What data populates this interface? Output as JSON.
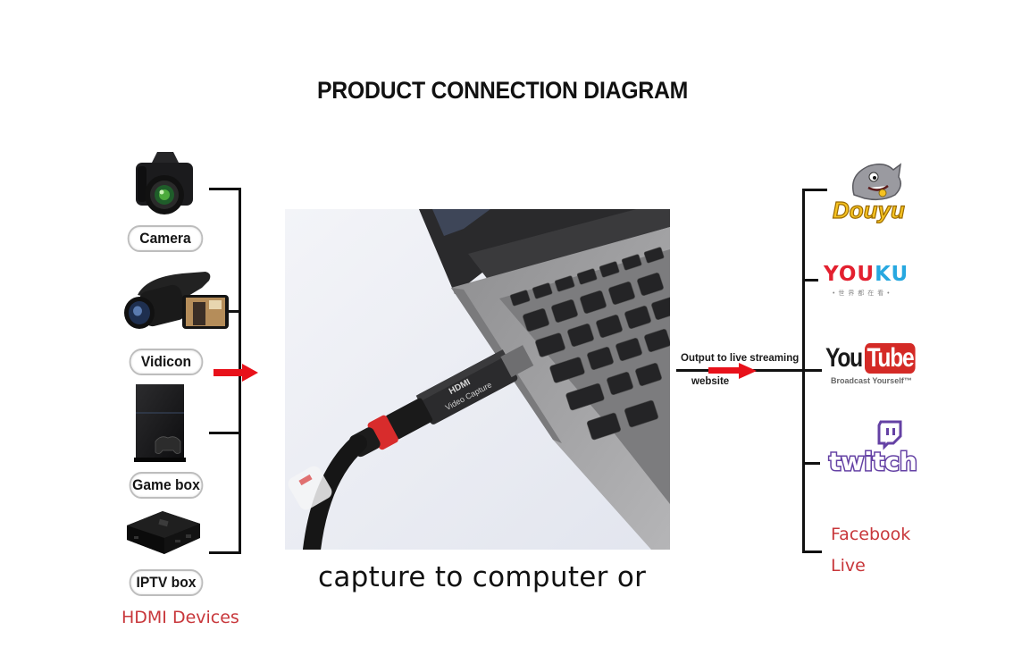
{
  "title": "PRODUCT CONNECTION DIAGRAM",
  "input_devices": {
    "caption": "HDMI Devices",
    "items": [
      {
        "label": "Camera",
        "icon": "camera-icon"
      },
      {
        "label": "Vidicon",
        "icon": "camcorder-icon"
      },
      {
        "label": "Game box",
        "icon": "game-console-icon"
      },
      {
        "label": "IPTV box",
        "icon": "iptv-box-icon"
      }
    ]
  },
  "center": {
    "photo": "laptop-with-hdmi-video-capture-dongle",
    "device_brand": "HDMI",
    "device_label": "Video Capture",
    "caption": "capture to computer or"
  },
  "output": {
    "line1": "Output to live streaming",
    "line2": "website"
  },
  "platforms": {
    "douyu": "Douyu",
    "youku": "YOUKU",
    "youku_sub": "• 世 界 都 在 看 •",
    "youtube_you": "You",
    "youtube_tube": "Tube",
    "youtube_sub": "Broadcast Yourself™",
    "twitch": "twitch",
    "facebook_line1": "Facebook",
    "facebook_line2": "Live"
  },
  "colors": {
    "accent_red": "#e8111a",
    "caption_red": "#c8373b",
    "youku_red": "#e3202f",
    "youku_blue": "#27a8e0",
    "youtube_red": "#d42a26",
    "twitch_purple": "#6441a4",
    "douyu_yellow": "#f5c220"
  }
}
